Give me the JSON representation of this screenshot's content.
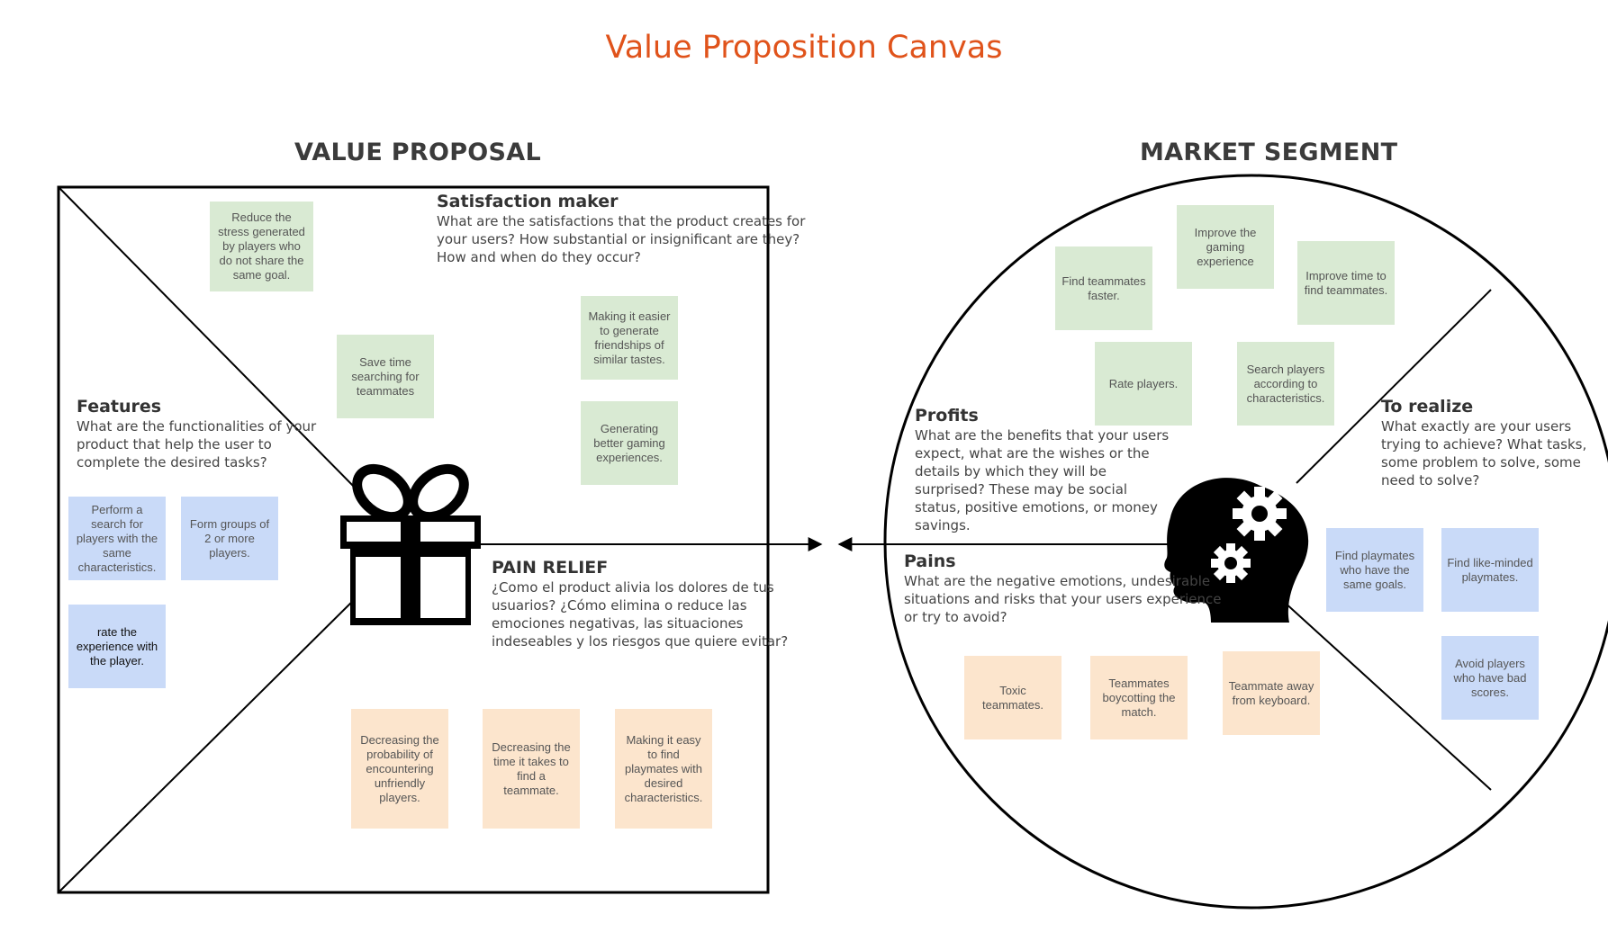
{
  "canvas_title": "Value Proposition Canvas",
  "value_proposal": {
    "heading": "VALUE PROPOSAL",
    "satisfaction_maker": {
      "title": "Satisfaction maker",
      "lines": [
        "What are the satisfactions that the product creates for",
        "your users? How substantial or insignificant are they?",
        "How and when do they occur?"
      ],
      "notes": [
        "Reduce the stress generated by players who do not share the same goal.",
        "Save time searching for teammates",
        "Making it easier to generate friendships of similar tastes.",
        "Generating better gaming experiences."
      ]
    },
    "features": {
      "title": "Features",
      "lines": [
        "What are the functionalities of your",
        "product that help the user to",
        "complete the desired tasks?"
      ],
      "notes": [
        "Perform a search for players with the same characteristics.",
        "Form groups of 2 or more players.",
        "rate the experience with the player."
      ]
    },
    "pain_relief": {
      "title": "PAIN RELIEF",
      "lines": [
        "¿Como el product alivia los dolores de tus",
        "usuarios? ¿Cómo elimina o reduce las",
        "emociones negativas, las situaciones",
        "indeseables y los riesgos que quiere evitar?"
      ],
      "notes": [
        "Decreasing the probability of encountering unfriendly players.",
        "Decreasing the time it takes to find a teammate.",
        "Making it easy to find playmates with desired characteristics."
      ]
    },
    "icon": "gift-icon"
  },
  "market_segment": {
    "heading": "MARKET SEGMENT",
    "profits": {
      "title": "Profits",
      "lines": [
        "What are the benefits that your users",
        "expect, what are the wishes or the",
        "details by which they will be",
        "surprised? These may be social",
        "status, positive emotions, or money",
        "savings."
      ],
      "notes": [
        "Find teammates faster.",
        "Improve the gaming experience",
        "Improve time to find teammates.",
        "Rate players.",
        "Search players according to characteristics."
      ]
    },
    "to_realize": {
      "title": "To realize",
      "lines": [
        "What exactly are your users",
        "trying to achieve? What tasks,",
        "some problem to solve, some",
        "need to solve?"
      ],
      "notes": [
        "Find playmates who have the same goals.",
        "Find like-minded playmates.",
        "Avoid players who have bad scores."
      ]
    },
    "pains": {
      "title": "Pains",
      "lines": [
        "What are the negative emotions, undesirable",
        "situations and risks that your users experience",
        "or try to avoid?"
      ],
      "notes": [
        "Toxic teammates.",
        "Teammates boycotting the match.",
        "Teammate away from keyboard."
      ]
    },
    "icon": "head-gears-icon"
  },
  "colors": {
    "title": "#e0531b",
    "green_note": "#d9ead3",
    "blue_note": "#c9daf8",
    "orange_note": "#fce5cd"
  }
}
